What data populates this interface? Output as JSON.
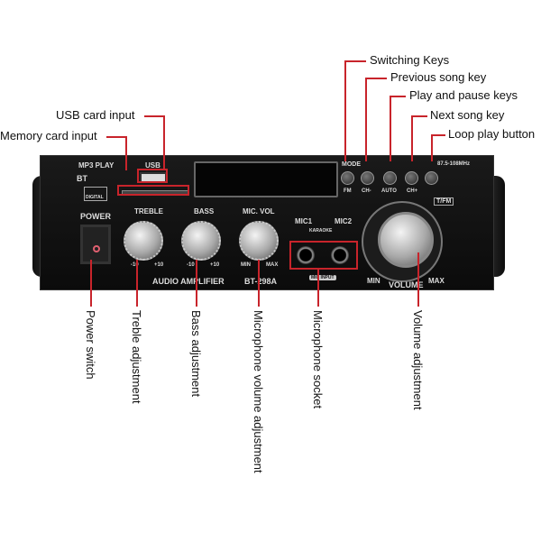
{
  "callouts_top": {
    "switching_keys": "Switching Keys",
    "previous_song": "Previous song key",
    "play_pause": "Play and pause keys",
    "next_song": "Next song key",
    "loop_play": "Loop play button",
    "usb_input": "USB card input",
    "memory_card": "Memory card input"
  },
  "callouts_bottom": {
    "power_switch": "Power switch",
    "treble": "Treble adjustment",
    "bass": "Bass adjustment",
    "mic_volume": "Microphone volume adjustment",
    "mic_socket": "Microphone socket",
    "volume": "Volume adjustment"
  },
  "panel": {
    "mp3_play": "MP3 PLAY",
    "bt": "BT",
    "usb": "USB",
    "digital": "DIGITAL",
    "power": "POWER",
    "treble": "TREBLE",
    "bass": "BASS",
    "mic_vol": "MIC. VOL",
    "minus10": "-10",
    "plus10": "+10",
    "min": "MIN",
    "max": "MAX",
    "audio_amplifier": "AUDIO AMPLIFIER",
    "model": "BT-298A",
    "mic1": "MIC1",
    "mic2": "MIC2",
    "karaoke": "KARAOKE",
    "mic_input": "MIC INPUT",
    "volume": "VOLUME",
    "mode": "MODE",
    "fm": "FM",
    "ch_minus": "CH-",
    "auto": "AUTO",
    "ch_plus": "CH+",
    "freq": "87.5-108MHz",
    "tfm": "T/FM"
  },
  "colors": {
    "accent": "#c8242b",
    "panel": "#111111"
  }
}
